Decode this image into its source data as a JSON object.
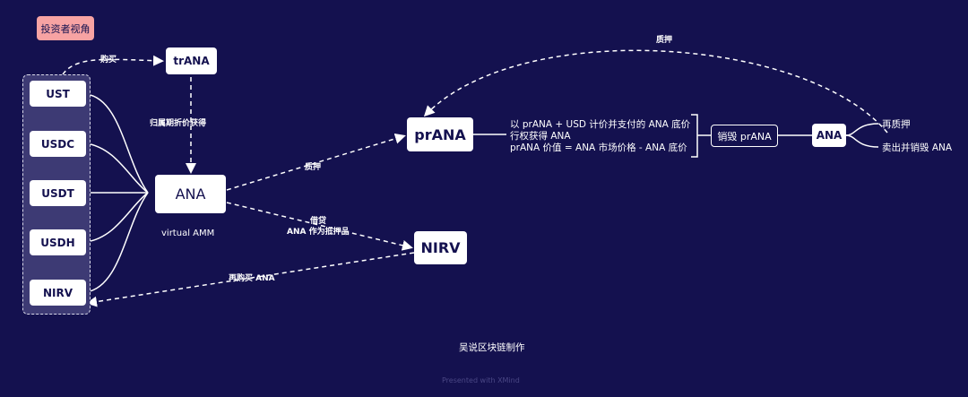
{
  "diagram": {
    "tag": "投资者视角",
    "stablecoins": [
      "UST",
      "USDC",
      "USDT",
      "USDH",
      "NIRV"
    ],
    "nodes": {
      "trANA": "trANA",
      "ANA": "ANA",
      "prANA": "prANA",
      "NIRV": "NIRV",
      "ANA_right": "ANA",
      "burn_prANA": "销毁 prANA"
    },
    "labels": {
      "buy": "购买",
      "vesting": "归属期折价获得",
      "virtual_amm": "virtual AMM",
      "stake": "质押",
      "stake_top": "质押",
      "borrow": "借贷",
      "collateral": "ANA 作为抵押品",
      "rebuy": "再购买 ANA",
      "restake": "再质押",
      "sell_burn": "卖出并销毁 ANA"
    },
    "prana_desc": [
      "以 prANA + USD 计价并支付的 ANA 底价",
      "行权获得 ANA",
      "prANA 价值 = ANA 市场价格 - ANA 底价"
    ],
    "credit": "吴说区块链制作",
    "footer": "Presented with XMind"
  }
}
